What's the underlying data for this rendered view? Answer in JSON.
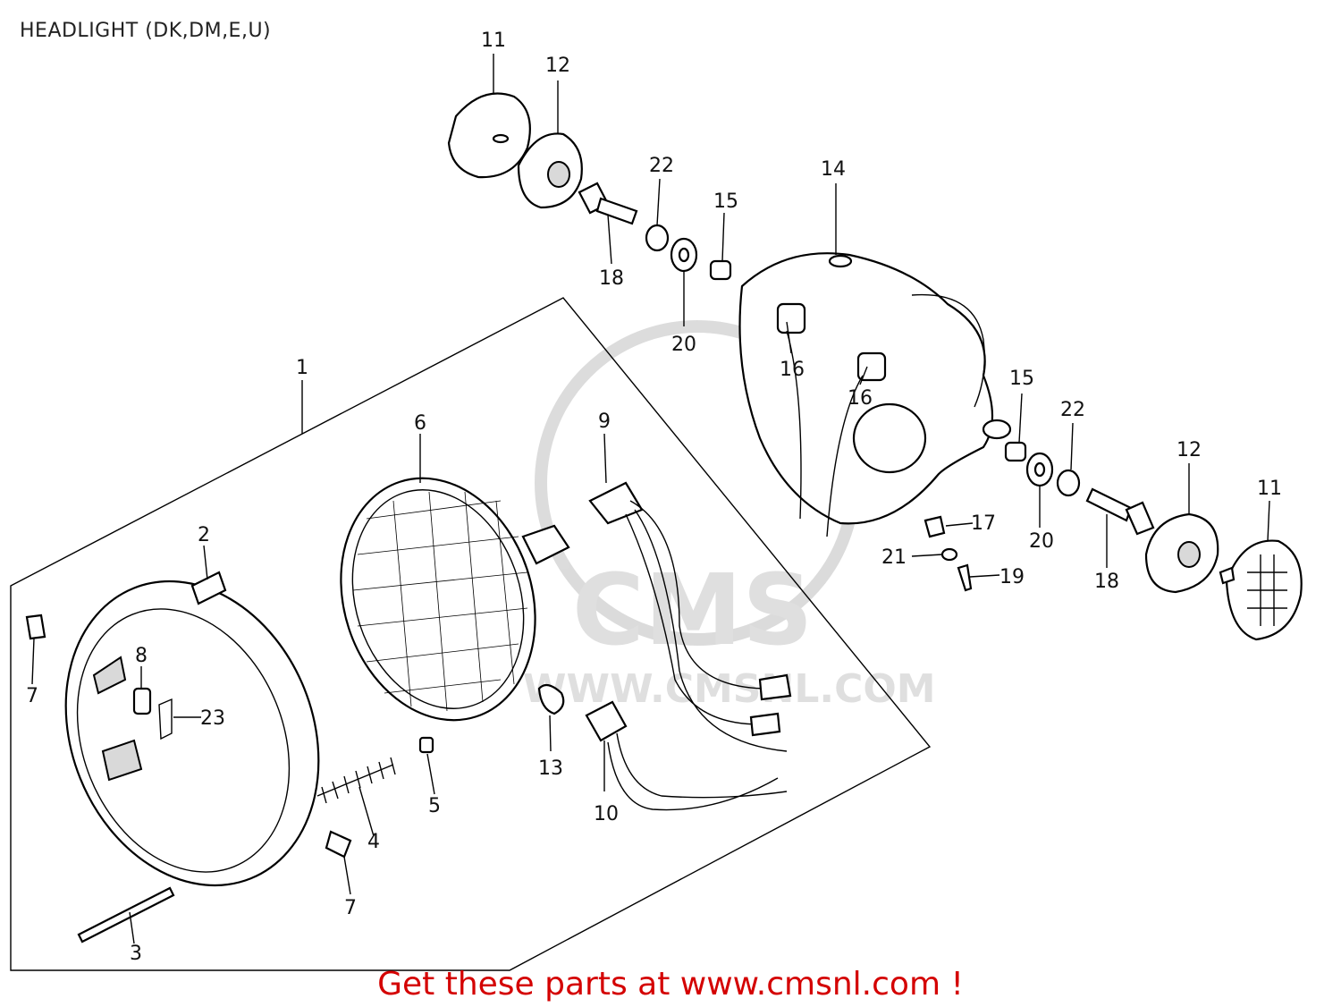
{
  "title": "HEADLIGHT (DK,DM,E,U)",
  "footer": "Get these parts at www.cmsnl.com !",
  "watermark": {
    "logo": "CMS",
    "url": "WWW.CMSNL.COM"
  },
  "callouts": {
    "c1": "1",
    "c2": "2",
    "c3": "3",
    "c4": "4",
    "c5": "5",
    "c6": "6",
    "c7a": "7",
    "c7b": "7",
    "c8": "8",
    "c9": "9",
    "c10": "10",
    "c11a": "11",
    "c11b": "11",
    "c12a": "12",
    "c12b": "12",
    "c13": "13",
    "c14": "14",
    "c15a": "15",
    "c15b": "15",
    "c16a": "16",
    "c16b": "16",
    "c17": "17",
    "c18a": "18",
    "c18b": "18",
    "c19": "19",
    "c20a": "20",
    "c20b": "20",
    "c21": "21",
    "c22a": "22",
    "c22b": "22",
    "c23": "23"
  },
  "colors": {
    "footer": "#d40000",
    "line": "#000000",
    "watermark": "#d8d8d8"
  }
}
